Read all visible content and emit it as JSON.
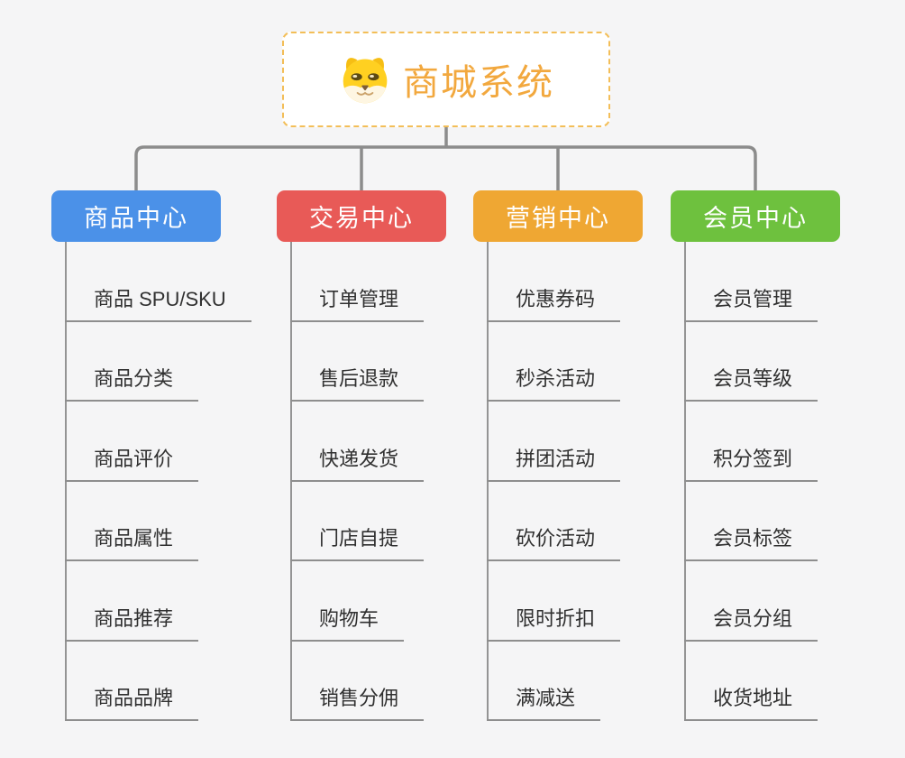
{
  "root": {
    "title": "商城系统",
    "icon": "dog-face"
  },
  "background_color": "#F5F5F6",
  "connector_color": "#8C8C8C",
  "branches": [
    {
      "label": "商品中心",
      "color": "#4B91E8",
      "items": [
        "商品 SPU/SKU",
        "商品分类",
        "商品评价",
        "商品属性",
        "商品推荐",
        "商品品牌"
      ]
    },
    {
      "label": "交易中心",
      "color": "#E85A57",
      "items": [
        "订单管理",
        "售后退款",
        "快递发货",
        "门店自提",
        "购物车",
        "销售分佣"
      ]
    },
    {
      "label": "营销中心",
      "color": "#EFA733",
      "items": [
        "优惠券码",
        "秒杀活动",
        "拼团活动",
        "砍价活动",
        "限时折扣",
        "满减送"
      ]
    },
    {
      "label": "会员中心",
      "color": "#6EC13E",
      "items": [
        "会员管理",
        "会员等级",
        "积分签到",
        "会员标签",
        "会员分组",
        "收货地址"
      ]
    }
  ]
}
